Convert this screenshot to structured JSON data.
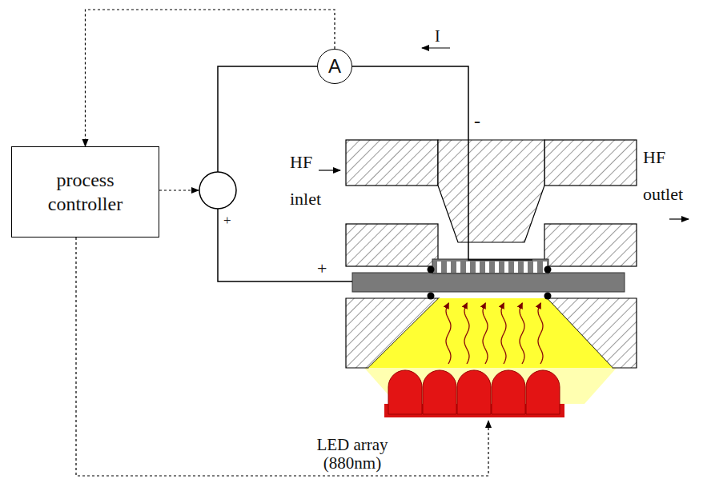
{
  "diagram": {
    "nodes": [
      {
        "text": [
          "process controller"
        ]
      },
      {
        "text": [
          "A"
        ]
      }
    ],
    "edges": [
      {
        "from": 1,
        "to": 0,
        "arrow": "to"
      }
    ],
    "labels": [
      "I",
      "-",
      "HF inlet",
      "HF outlet",
      "+",
      "+",
      "LED array (880nm)"
    ]
  }
}
